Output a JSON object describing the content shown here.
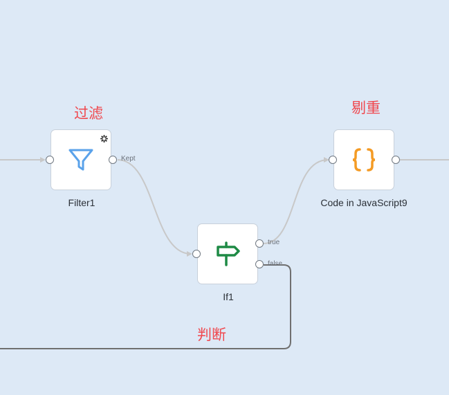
{
  "colors": {
    "canvas_bg": "#dde9f6",
    "annotation": "#f0484e",
    "filter_icon": "#5aa2ea",
    "code_icon": "#f49b25",
    "if_icon": "#1e8a45",
    "connection": "#c8c8c8",
    "false_connection": "#6f6f6f"
  },
  "annotations": {
    "filter": "过滤",
    "dedupe": "剔重",
    "branch": "判断"
  },
  "nodes": {
    "filter": {
      "label": "Filter1",
      "icon": "funnel-icon",
      "output_label": "Kept",
      "status_icon": "spinner-icon"
    },
    "code": {
      "label": "Code in JavaScript9",
      "icon": "curly-braces-icon"
    },
    "if": {
      "label": "If1",
      "icon": "signpost-icon",
      "true_label": "true",
      "false_label": "false"
    }
  }
}
